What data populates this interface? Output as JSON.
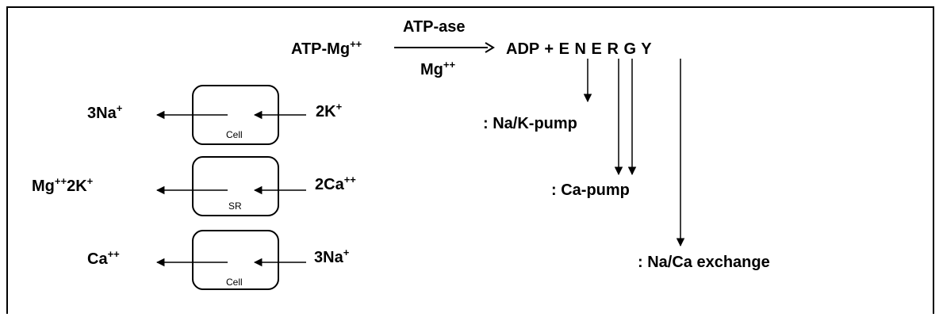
{
  "equation": {
    "reactant": "ATP-Mg",
    "reactant_charge": "++",
    "enzyme_top": "ATP-ase",
    "enzyme_bottom": "Mg",
    "enzyme_bottom_charge": "++",
    "products": "ADP + E N E R G Y"
  },
  "uses": {
    "na_k_pump": ": Na/K-pump",
    "ca_pump": ": Ca-pump",
    "na_ca_exchange": ": Na/Ca exchange"
  },
  "pumps": [
    {
      "box_label": "Cell",
      "out_ion": "3Na",
      "out_charge": "+",
      "in_ion": "2K",
      "in_charge": "+"
    },
    {
      "box_label": "SR",
      "out_ion": "Mg",
      "out_charge": "++",
      "out_ion2": "2K",
      "out_charge2": "+",
      "in_ion": "2Ca",
      "in_charge": "++"
    },
    {
      "box_label": "Cell",
      "out_ion": "Ca",
      "out_charge": "++",
      "in_ion": "3Na",
      "in_charge": "+"
    }
  ]
}
